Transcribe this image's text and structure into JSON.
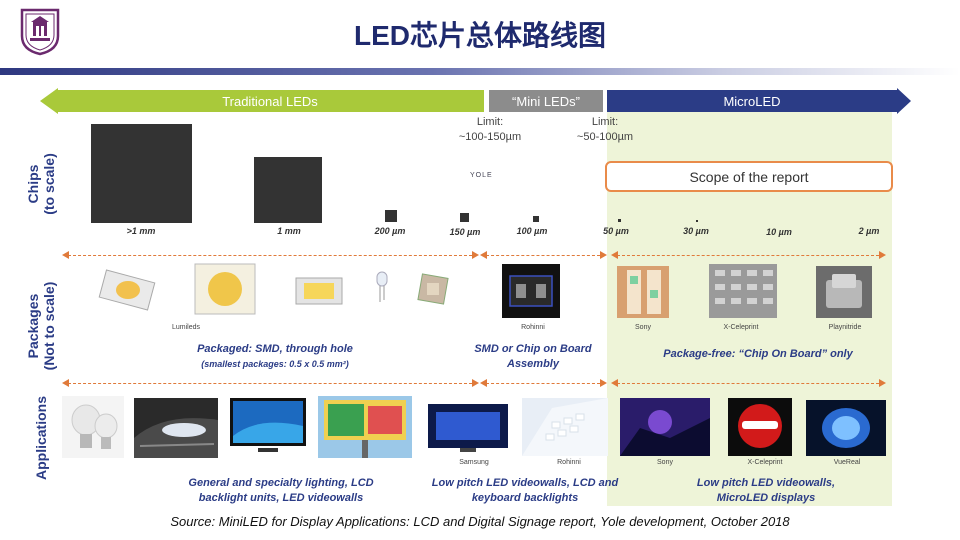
{
  "header": {
    "title": "LED芯片总体路线图"
  },
  "banners": {
    "traditional": "Traditional LEDs",
    "mini": "“Mini LEDs”",
    "micro": "MicroLED"
  },
  "rows": {
    "chips": "Chips",
    "chips_note": "(to scale)",
    "packages": "Packages",
    "packages_note": "(Not to scale)",
    "applications": "Applications"
  },
  "limits": {
    "left_label": "Limit:",
    "left_value": "~100-150µm",
    "right_label": "Limit:",
    "right_value": "~50-100µm"
  },
  "watermark": "YOLE",
  "scope": "Scope of the report",
  "chip_sizes": [
    ">1 mm",
    "1 mm",
    "200 µm",
    "150 µm",
    "100 µm",
    "50 µm",
    "30 µm",
    "10 µm",
    "2 µm"
  ],
  "package_credits": [
    "Lumileds",
    "Rohinni",
    "Sony",
    "X-Celeprint",
    "Playnitride"
  ],
  "package_captions": {
    "traditional": "Packaged: SMD, through hole",
    "traditional_sub": "(smallest packages: 0.5 x 0.5 mm²)",
    "mini_line1": "SMD or Chip on Board",
    "mini_line2": "Assembly",
    "micro": "Package-free: “Chip On Board” only"
  },
  "application_credits": [
    "Samsung",
    "Rohinni",
    "Sony",
    "X-Celeprint",
    "VueReal"
  ],
  "application_captions": {
    "traditional_line1": "General and specialty lighting, LCD",
    "traditional_line2": "backlight units, LED videowalls",
    "mini_line1": "Low pitch LED videowalls, LCD and",
    "mini_line2": "keyboard  backlights",
    "micro_line1": "Low pitch LED videowalls,",
    "micro_line2": "MicroLED displays"
  },
  "source": "Source: MiniLED for Display Applications: LCD and Digital Signage report, Yole development, October 2018",
  "colors": {
    "title": "#1f2a6e",
    "traditional": "#a9c93a",
    "mini": "#8c8c8c",
    "micro": "#2b3c86",
    "scope_border": "#e98b4a",
    "divider": "#e07a3a"
  }
}
